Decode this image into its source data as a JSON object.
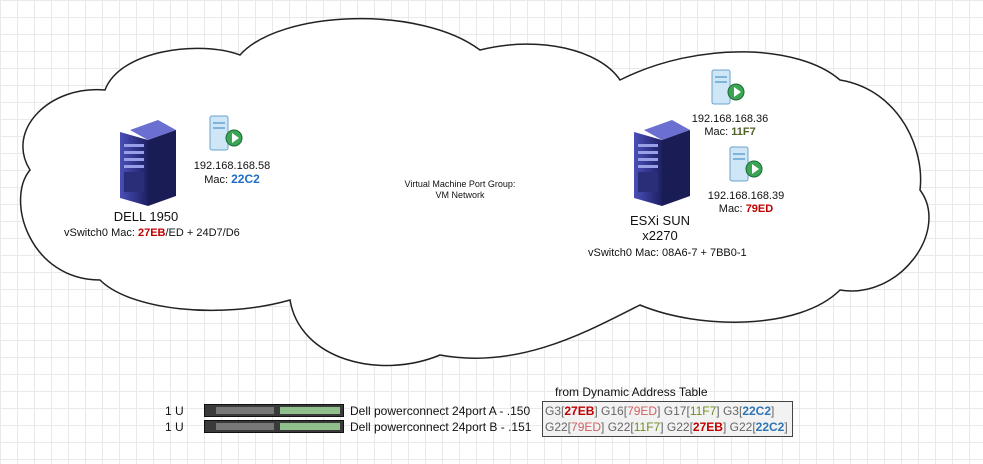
{
  "cloud_label": {
    "line1": "Virtual Machine Port Group:",
    "line2": "VM Network"
  },
  "dell_host": {
    "name": "DELL 1950",
    "vswitch_prefix": "vSwitch0 Mac: ",
    "vswitch_mac_highlight": "27EB",
    "vswitch_mac_rest": "/ED + 24D7/D6"
  },
  "dell_vm": {
    "ip": "192.168.168.58",
    "mac_label": "Mac: ",
    "mac": "22C2"
  },
  "esxi_host": {
    "name_line1": "ESXi SUN",
    "name_line2": "x2270",
    "vswitch": "vSwitch0 Mac: 08A6-7 + 7BB0-1"
  },
  "esxi_vm1": {
    "ip": "192.168.168.36",
    "mac_label": "Mac: ",
    "mac": "11F7"
  },
  "esxi_vm2": {
    "ip": "192.168.168.39",
    "mac_label": "Mac: ",
    "mac": "79ED"
  },
  "table_title": "from Dynamic Address Table",
  "switches": [
    {
      "units": "1 U",
      "label": "Dell powerconnect 24port A - .150",
      "entries": [
        {
          "port": "G3",
          "mac": "27EB",
          "style": "red"
        },
        {
          "port": "G16",
          "mac": "79ED",
          "style": "pink"
        },
        {
          "port": "G17",
          "mac": "11F7",
          "style": "olive"
        },
        {
          "port": "G3",
          "mac": "22C2",
          "style": "blue"
        }
      ]
    },
    {
      "units": "1 U",
      "label": "Dell powerconnect 24port B - .151",
      "entries": [
        {
          "port": "G22",
          "mac": "79ED",
          "style": "pink"
        },
        {
          "port": "G22",
          "mac": "11F7",
          "style": "olive"
        },
        {
          "port": "G22",
          "mac": "27EB",
          "style": "red"
        },
        {
          "port": "G22",
          "mac": "22C2",
          "style": "blue"
        }
      ]
    }
  ],
  "colors": {
    "red": "#c00000",
    "blue": "#1f6fc6",
    "olive": "#4f6228",
    "server": "#2b2f8a"
  },
  "icons": {
    "server": "server-tower-icon",
    "vm": "virtual-machine-icon",
    "switch": "network-switch-icon"
  }
}
